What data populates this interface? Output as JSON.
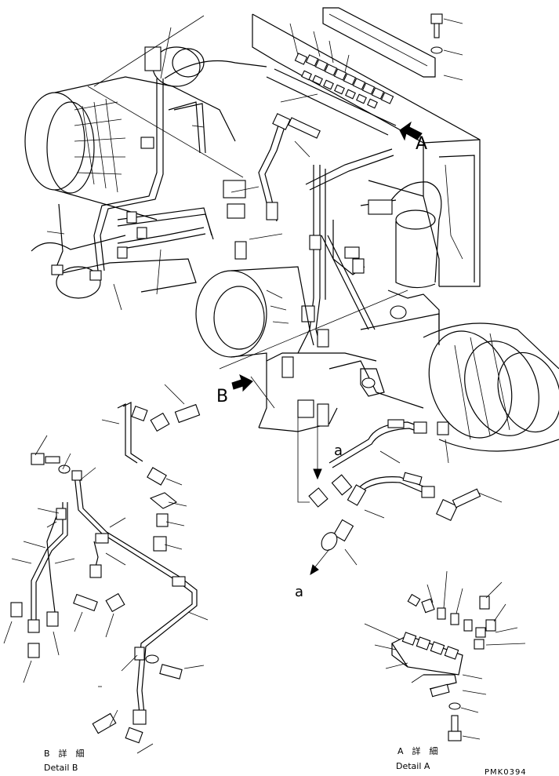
{
  "labels": {
    "view_a": "A",
    "view_b": "B",
    "flow_a1": "a",
    "flow_a2": "a",
    "detail_b_jp": "B　詳　細",
    "detail_b_en": "Detail B",
    "detail_a_jp": "A　詳　細",
    "detail_a_en": "Detail A",
    "drawing_code": "PMK0394"
  }
}
